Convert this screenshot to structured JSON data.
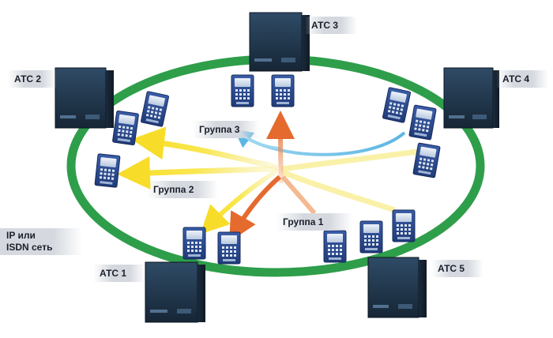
{
  "diagram": {
    "pbx": [
      {
        "id": "atc1",
        "label": "АТС 1"
      },
      {
        "id": "atc2",
        "label": "АТС 2"
      },
      {
        "id": "atc3",
        "label": "АТС 3"
      },
      {
        "id": "atc4",
        "label": "АТС 4"
      },
      {
        "id": "atc5",
        "label": "АТС 5"
      }
    ],
    "groups": [
      {
        "id": "group1",
        "label": "Группа 1",
        "color": "#e8743a"
      },
      {
        "id": "group2",
        "label": "Группа 2",
        "color": "#f6e04a"
      },
      {
        "id": "group3",
        "label": "Группа 3",
        "color": "#7cc6e8"
      }
    ],
    "network": {
      "line1": "IP или",
      "line2": "ISDN сеть",
      "ring_color": "#2e9e4a"
    },
    "colors": {
      "pbx_body": "#22384f",
      "phone_body": "#2c4a8f",
      "label_bg": "#d5d9df"
    },
    "icons": {
      "pbx": "pbx-cabinet-icon",
      "phone": "desk-phone-icon"
    }
  }
}
